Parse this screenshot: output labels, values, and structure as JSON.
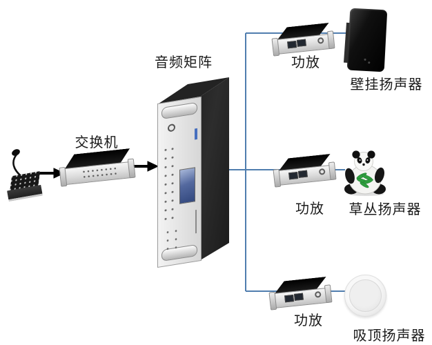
{
  "diagram": {
    "nodes": {
      "switch": {
        "label": "交换机"
      },
      "matrix": {
        "label": "音频矩阵"
      },
      "amp_top": {
        "label": "功放"
      },
      "amp_middle": {
        "label": "功放"
      },
      "amp_bottom": {
        "label": "功放"
      },
      "wall_speaker": {
        "label": "壁挂扬声器"
      },
      "garden_speaker": {
        "label": "草丛扬声器"
      },
      "ceiling_speaker": {
        "label": "吸顶扬声器"
      }
    },
    "colors": {
      "connector": "#4f7dae",
      "arrow": "#000000",
      "lcd": "#54699f"
    }
  }
}
